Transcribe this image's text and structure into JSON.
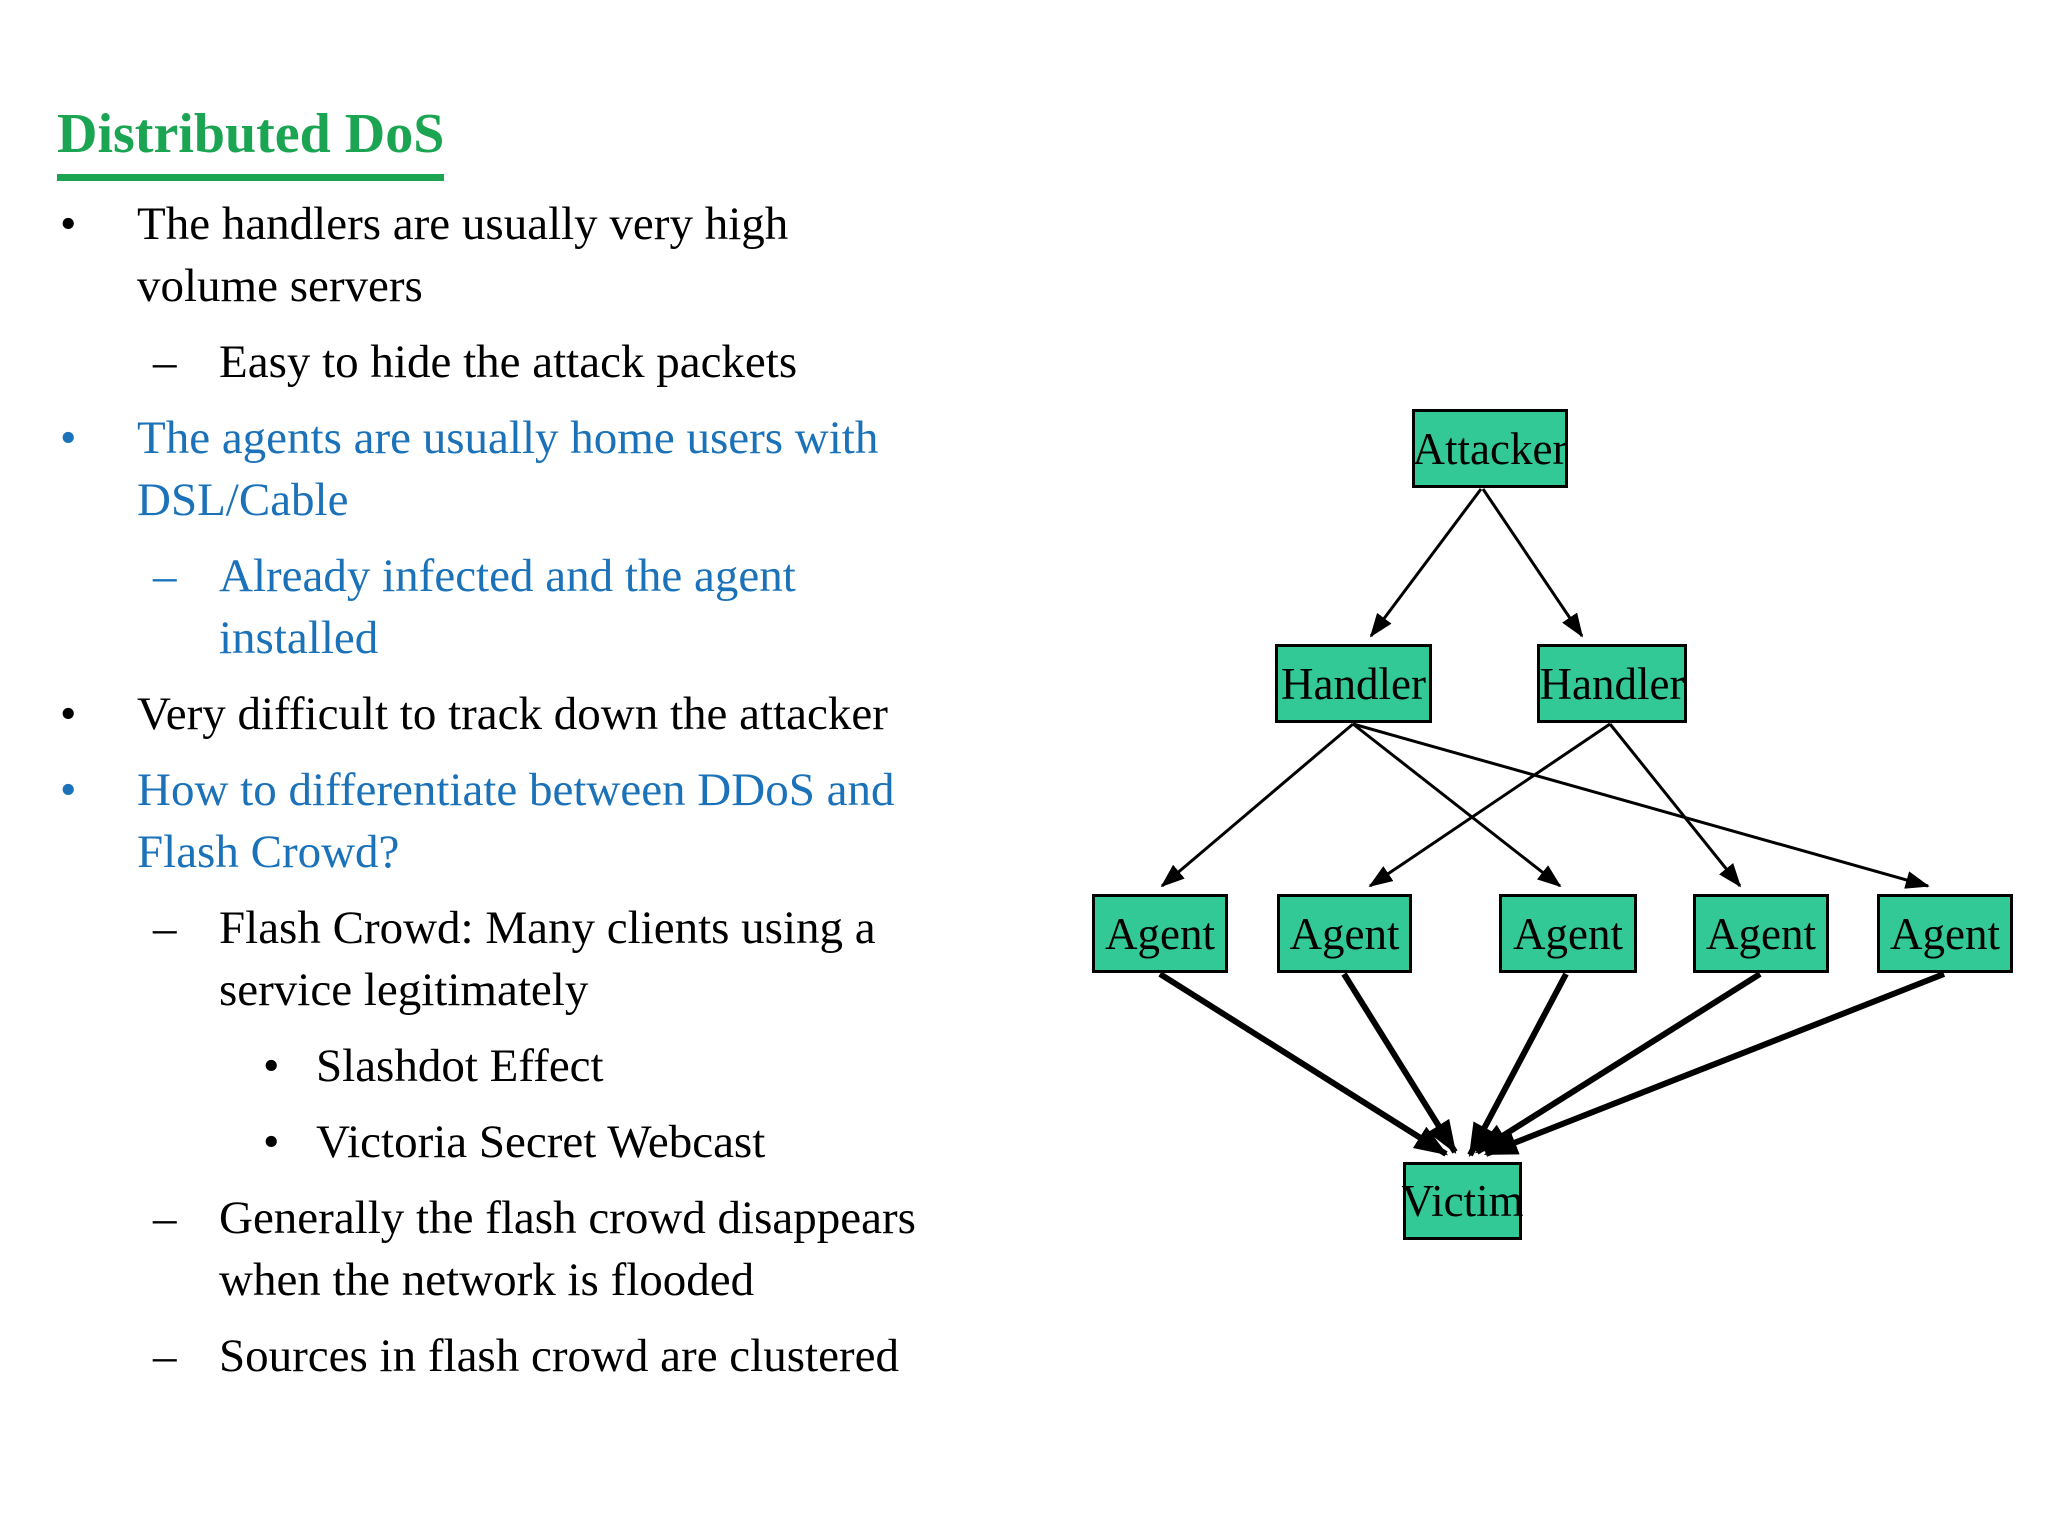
{
  "slide": {
    "background": "#FFFFFF",
    "title": "Distributed DoS"
  },
  "colors": {
    "title_green": "#1BA553",
    "body_black": "#000000",
    "body_blue": "#1B72B9",
    "node_fill": "#32C996",
    "node_border": "#000000",
    "arrow": "#000000"
  },
  "markers": {
    "l1": "•",
    "l2": "–",
    "l3": "•"
  },
  "bullets": [
    {
      "level": 1,
      "color": "black",
      "text": "The handlers are usually very high\nvolume servers"
    },
    {
      "level": 2,
      "color": "black",
      "text": "Easy to hide the attack packets"
    },
    {
      "level": 1,
      "color": "blue",
      "text": "The agents are usually home users with\nDSL/Cable"
    },
    {
      "level": 2,
      "color": "blue",
      "text": "Already infected and the agent\ninstalled"
    },
    {
      "level": 1,
      "color": "black",
      "text": "Very difficult to track down the attacker"
    },
    {
      "level": 1,
      "color": "blue",
      "text": "How to differentiate between DDoS and\nFlash Crowd?"
    },
    {
      "level": 2,
      "color": "black",
      "text": "Flash Crowd: Many clients using a\nservice legitimately"
    },
    {
      "level": 3,
      "color": "black",
      "text": "Slashdot Effect"
    },
    {
      "level": 3,
      "color": "black",
      "text": "Victoria Secret Webcast"
    },
    {
      "level": 2,
      "color": "black",
      "text": "Generally the flash crowd disappears\nwhen the network is flooded"
    },
    {
      "level": 2,
      "color": "black",
      "text": "Sources in flash crowd are clustered"
    }
  ],
  "diagram": {
    "attacker_label": "Attacker",
    "handler_label": "Handler",
    "agent_label": "Agent",
    "victim_label": "Victim",
    "edges": [
      {
        "from": "attacker",
        "to": "handler1"
      },
      {
        "from": "attacker",
        "to": "handler2"
      },
      {
        "from": "handler1",
        "to": "agent1"
      },
      {
        "from": "handler1",
        "to": "agent3"
      },
      {
        "from": "handler1",
        "to": "agent5"
      },
      {
        "from": "handler2",
        "to": "agent2"
      },
      {
        "from": "handler2",
        "to": "agent4"
      },
      {
        "from": "agent1",
        "to": "victim"
      },
      {
        "from": "agent2",
        "to": "victim"
      },
      {
        "from": "agent3",
        "to": "victim"
      },
      {
        "from": "agent4",
        "to": "victim"
      },
      {
        "from": "agent5",
        "to": "victim"
      }
    ]
  }
}
